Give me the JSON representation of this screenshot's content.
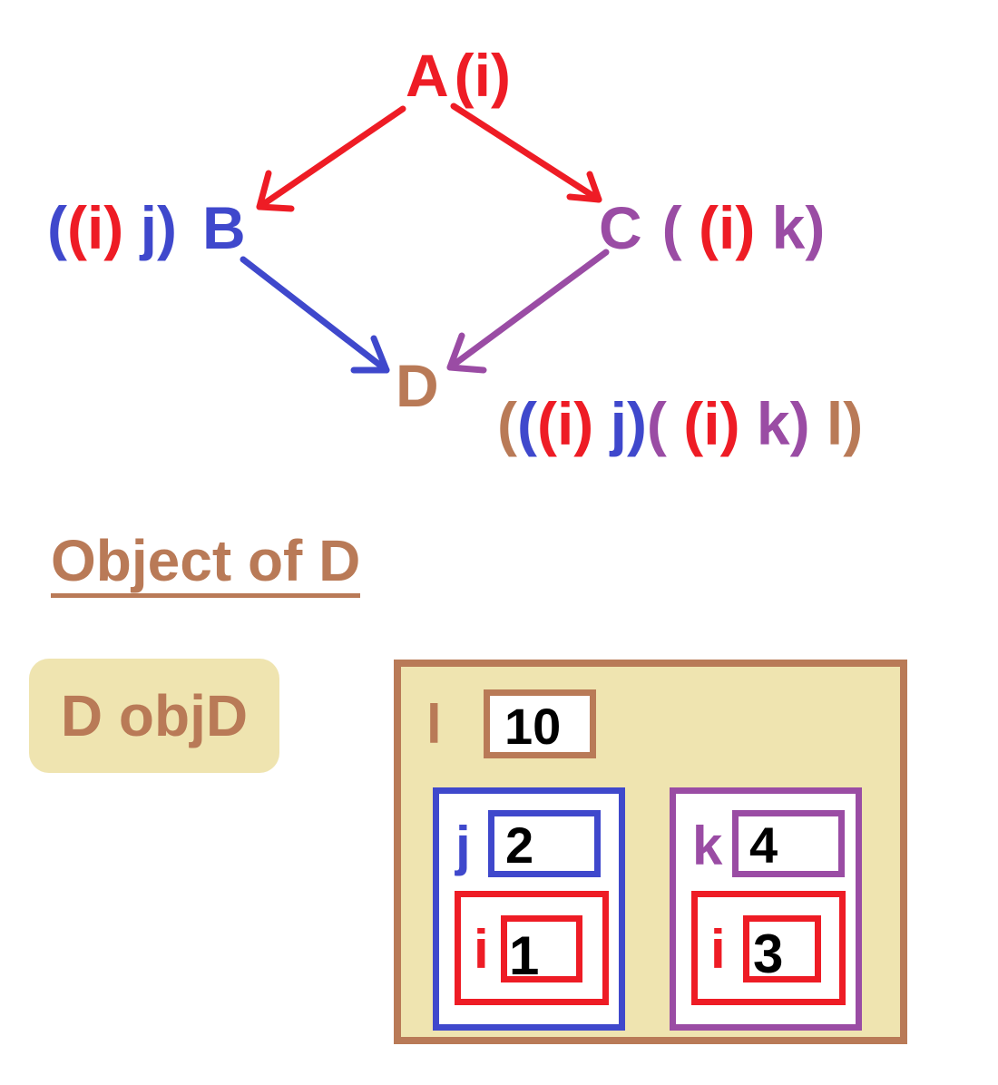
{
  "nodes": {
    "A": {
      "label": "A",
      "members": "(i)"
    },
    "B": {
      "label": "B",
      "members": [
        "(",
        "(i)",
        " j)"
      ]
    },
    "C": {
      "label": "C",
      "members": [
        "( ",
        "(i)",
        " k)"
      ]
    },
    "D": {
      "label": "D",
      "members": [
        "(",
        "(",
        "(i)",
        " j)",
        "( ",
        "(i)",
        " k)",
        " l)"
      ]
    }
  },
  "section_title": "Object of D",
  "object_decl": "D objD",
  "object_layout": {
    "l": {
      "name": "l",
      "value": "10"
    },
    "j": {
      "name": "j",
      "value": "2"
    },
    "i_in_B": {
      "name": "i",
      "value": "1"
    },
    "k": {
      "name": "k",
      "value": "4"
    },
    "i_in_C": {
      "name": "i",
      "value": "3"
    }
  },
  "colors": {
    "A": "#ee1c25",
    "B": "#3f48cc",
    "C": "#9a4ca4",
    "D": "#b97a57",
    "object_fill": "#efe4b0"
  }
}
